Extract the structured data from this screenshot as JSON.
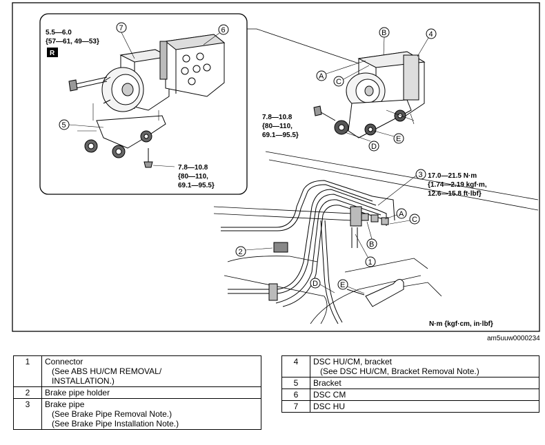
{
  "figure": {
    "image_code": "am5uuw0000234",
    "units_note": "N·m {kgf·cm, in·lbf}",
    "torques": {
      "hu_bolt": [
        "5.5—6.0",
        "{57—61, 49—53}"
      ],
      "bracket_bolt_inset": [
        "7.8—10.8",
        "{80—110,",
        "69.1—95.5}"
      ],
      "bracket_bolt_main": [
        "7.8—10.8",
        "{80—110,",
        "69.1—95.5}"
      ],
      "brake_pipe": [
        "17.0—21.5 N·m",
        "{1.74—2.19 kgf·m,",
        "12.6—15.8 ft·lbf}"
      ]
    },
    "r_marker": "R",
    "callouts": [
      "1",
      "2",
      "3",
      "4",
      "5",
      "6",
      "7"
    ],
    "letters": [
      "A",
      "B",
      "C",
      "D",
      "E"
    ]
  },
  "parts_left": [
    {
      "no": "1",
      "lines": [
        "Connector",
        "(See ABS HU/CM REMOVAL/",
        "INSTALLATION.)"
      ]
    },
    {
      "no": "2",
      "lines": [
        "Brake pipe holder"
      ]
    },
    {
      "no": "3",
      "lines": [
        "Brake pipe",
        "(See Brake Pipe Removal Note.)",
        "(See Brake Pipe Installation Note.)"
      ]
    }
  ],
  "parts_right": [
    {
      "no": "4",
      "lines": [
        "DSC HU/CM, bracket",
        "(See DSC HU/CM, Bracket Removal Note.)"
      ]
    },
    {
      "no": "5",
      "lines": [
        "Bracket"
      ]
    },
    {
      "no": "6",
      "lines": [
        "DSC CM"
      ]
    },
    {
      "no": "7",
      "lines": [
        "DSC HU"
      ]
    }
  ]
}
